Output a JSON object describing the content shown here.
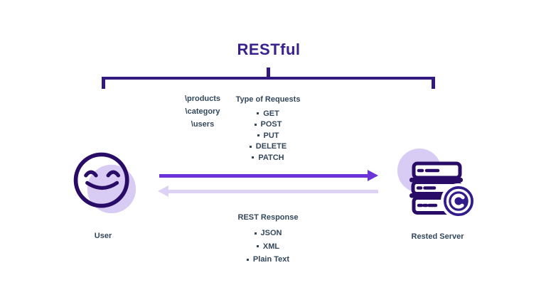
{
  "diagram": {
    "title": "RESTful",
    "endpoints": {
      "lines": [
        "\\products",
        "\\category",
        "\\users"
      ]
    },
    "requests": {
      "heading": "Type of Requests",
      "items": [
        "GET",
        "POST",
        "PUT",
        "DELETE",
        "PATCH"
      ]
    },
    "responses": {
      "heading": "REST Response",
      "items": [
        "JSON",
        "XML",
        "Plain Text"
      ]
    },
    "user": {
      "label": "User",
      "icon": "smiley-face-icon"
    },
    "server": {
      "label": "Rested Server",
      "icon": "server-stack-icon",
      "badge_icon": "c-ring-badge-icon"
    },
    "colors": {
      "title": "#38208f",
      "bracket": "#31197f",
      "request_arrow": "#6c33d9",
      "response_arrow": "#ddd1f4",
      "text": "#33475c",
      "icon_outline": "#290c66",
      "icon_fill": "#d8cbf4"
    }
  }
}
